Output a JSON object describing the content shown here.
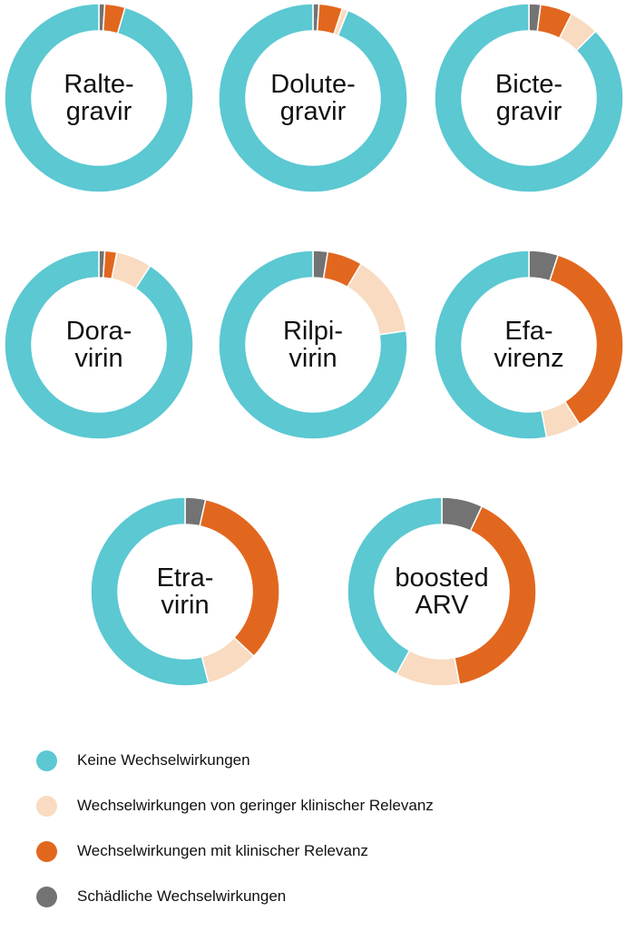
{
  "chart_data": {
    "type": "donut",
    "categories": [
      "Keine Wechselwirkungen",
      "Wechselwirkungen von geringer klinischer Relevanz",
      "Wechselwirkungen mit klinischer Relevanz",
      "Schädliche Wechselwirkungen"
    ],
    "colors": [
      "#5bc8d2",
      "#f8dbc0",
      "#e2671e",
      "#737373"
    ],
    "charts": [
      {
        "label": [
          "Ralte-",
          "gravir"
        ],
        "values": [
          95.5,
          0,
          3.5,
          1.0
        ]
      },
      {
        "label": [
          "Dolute-",
          "gravir"
        ],
        "values": [
          93.0,
          1.0,
          4.0,
          1.0
        ]
      },
      {
        "label": [
          "Bicte-",
          "gravir"
        ],
        "values": [
          87.5,
          5.0,
          5.5,
          2.0
        ]
      },
      {
        "label": [
          "Dora-",
          "virin"
        ],
        "values": [
          89.0,
          6.0,
          2.0,
          1.0
        ]
      },
      {
        "label": [
          "Rilpi-",
          "virin"
        ],
        "values": [
          77.0,
          14.0,
          6.0,
          2.5
        ]
      },
      {
        "label": [
          "Efa-",
          "virenz"
        ],
        "values": [
          53.0,
          6.0,
          36.0,
          5.0
        ]
      },
      {
        "label": [
          "Etra-",
          "virin"
        ],
        "values": [
          54.0,
          9.0,
          33.5,
          3.5
        ]
      },
      {
        "label": [
          "boosted",
          "ARV"
        ],
        "values": [
          42.0,
          11.0,
          40.0,
          7.0
        ]
      }
    ]
  },
  "legend": [
    {
      "label": "Keine Wechselwirkungen",
      "color": "#5bc8d2"
    },
    {
      "label": "Wechselwirkungen von geringer klinischer Relevanz",
      "color": "#f8dbc0"
    },
    {
      "label": "Wechselwirkungen mit klinischer Relevanz",
      "color": "#e2671e"
    },
    {
      "label": "Schädliche Wechselwirkungen",
      "color": "#737373"
    }
  ]
}
